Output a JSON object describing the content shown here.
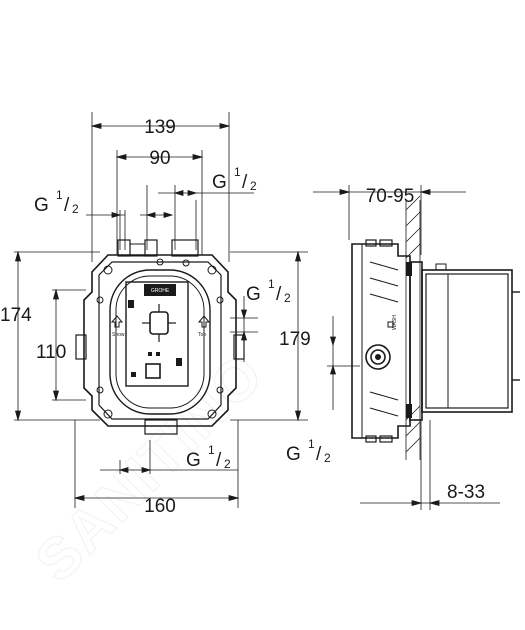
{
  "watermark": "SANITINO",
  "front_view": {
    "width_overall": "139",
    "width_inner": "90",
    "width_base": "160",
    "height_overall": "174",
    "height_inner": "110",
    "height_right": "179",
    "thread_top_left": {
      "base": "G ",
      "num": "1",
      "den": "2"
    },
    "thread_top_right": {
      "base": "G ",
      "num": "1",
      "den": "2"
    },
    "thread_right": {
      "base": "G ",
      "num": "1",
      "den": "2"
    },
    "thread_bottom": {
      "base": "G ",
      "num": "1",
      "den": "2"
    },
    "brand_plate": "GROHE",
    "label_left": "Show",
    "label_right": "Top"
  },
  "side_view": {
    "depth_range": "70-95",
    "wall_range": "8-33",
    "thread_bottom": {
      "base": "G ",
      "num": "1",
      "den": "2"
    },
    "side_mark": "WASH"
  }
}
